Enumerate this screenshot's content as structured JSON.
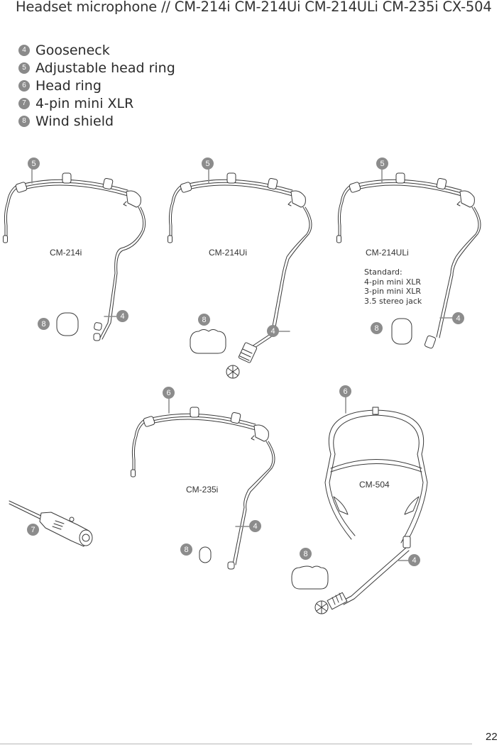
{
  "header": {
    "title": "Headset microphone // CM-214i CM-214Ui CM-214ULi CM-235i CX-504"
  },
  "legend": {
    "items": [
      {
        "number": "4",
        "label": "Gooseneck"
      },
      {
        "number": "5",
        "label": "Adjustable head ring"
      },
      {
        "number": "6",
        "label": "Head ring"
      },
      {
        "number": "7",
        "label": "4-pin mini XLR"
      },
      {
        "number": "8",
        "label": "Wind shield"
      }
    ]
  },
  "figures": {
    "cm214i": {
      "model": "CM-214i",
      "callouts": [
        "5",
        "8",
        "4"
      ]
    },
    "cm214ui": {
      "model": "CM-214Ui",
      "callouts": [
        "5",
        "8",
        "4"
      ]
    },
    "cm214uli": {
      "model": "CM-214ULi",
      "callouts": [
        "5",
        "8",
        "4"
      ],
      "standard_title": "Standard:",
      "standard_options": [
        "4-pin mini XLR",
        "3-pin mini XLR",
        "3.5 stereo jack"
      ]
    },
    "cm235i": {
      "model": "CM-235i",
      "callouts": [
        "6",
        "8",
        "4"
      ]
    },
    "cm504": {
      "model": "CM-504",
      "callouts": [
        "6",
        "8",
        "4"
      ]
    },
    "xlr": {
      "callouts": [
        "7"
      ]
    }
  },
  "colors": {
    "badge": "#8a8a8a",
    "line_art": "#3a3a3a",
    "rule": "#b8b8b8"
  },
  "footer": {
    "page_number": "22"
  }
}
